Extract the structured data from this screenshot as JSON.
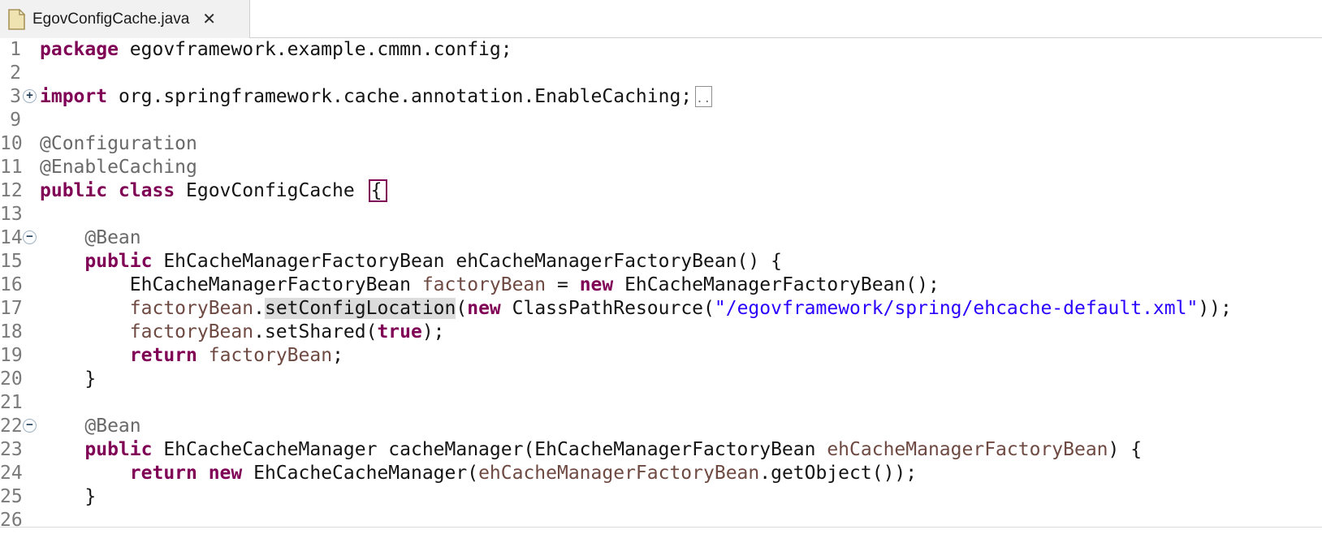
{
  "tab_bar": {
    "active_tab": {
      "title": "EgovConfigCache.java",
      "close_glyph": "✕"
    }
  },
  "icons": {
    "file_icon": "java-source-file-icon",
    "fold_collapsed_glyph": "+",
    "fold_expanded_glyph": "−",
    "collapsed_region_glyph": ".."
  },
  "colors": {
    "keyword": "#7f0055",
    "annotation": "#696969",
    "string": "#2a00ff",
    "variable": "#6e4a42",
    "default_text": "#141414",
    "line_number": "#7a7a7a",
    "occurrence_highlight_bg": "#dcdcdc",
    "matching_brace_box": "#7f0055",
    "active_tab_bg": "#f1f1f1"
  },
  "code": {
    "language": "java",
    "lines": [
      {
        "n": "1",
        "seg": [
          [
            "k",
            "package"
          ],
          [
            "d",
            " egovframework.example.cmmn.config;"
          ]
        ]
      },
      {
        "n": "2",
        "seg": []
      },
      {
        "n": "3",
        "fold": "collapsed",
        "seg": [
          [
            "k",
            "import"
          ],
          [
            "d",
            " org.springframework.cache.annotation.EnableCaching;"
          ],
          [
            "f",
            ".."
          ]
        ]
      },
      {
        "n": "9",
        "seg": []
      },
      {
        "n": "10",
        "seg": [
          [
            "a",
            "@Configuration"
          ]
        ]
      },
      {
        "n": "11",
        "seg": [
          [
            "a",
            "@EnableCaching"
          ]
        ]
      },
      {
        "n": "12",
        "seg": [
          [
            "k",
            "public class"
          ],
          [
            "d",
            " EgovConfigCache "
          ],
          [
            "b",
            "{"
          ]
        ]
      },
      {
        "n": "13",
        "seg": []
      },
      {
        "n": "14",
        "fold": "expanded",
        "seg": [
          [
            "d",
            "    "
          ],
          [
            "a",
            "@Bean"
          ]
        ]
      },
      {
        "n": "15",
        "seg": [
          [
            "d",
            "    "
          ],
          [
            "k",
            "public"
          ],
          [
            "d",
            " EhCacheManagerFactoryBean ehCacheManagerFactoryBean() {"
          ]
        ]
      },
      {
        "n": "16",
        "seg": [
          [
            "d",
            "        EhCacheManagerFactoryBean "
          ],
          [
            "v",
            "factoryBean"
          ],
          [
            "d",
            " = "
          ],
          [
            "k",
            "new"
          ],
          [
            "d",
            " EhCacheManagerFactoryBean();"
          ]
        ]
      },
      {
        "n": "17",
        "seg": [
          [
            "d",
            "        "
          ],
          [
            "v",
            "factoryBean"
          ],
          [
            "d",
            "."
          ],
          [
            "h",
            "setConfigLocation"
          ],
          [
            "d",
            "("
          ],
          [
            "k",
            "new"
          ],
          [
            "d",
            " ClassPathResource("
          ],
          [
            "s",
            "\"/egovframework/spring/ehcache-default.xml\""
          ],
          [
            "d",
            "));"
          ]
        ]
      },
      {
        "n": "18",
        "seg": [
          [
            "d",
            "        "
          ],
          [
            "v",
            "factoryBean"
          ],
          [
            "d",
            ".setShared("
          ],
          [
            "k",
            "true"
          ],
          [
            "d",
            ");"
          ]
        ]
      },
      {
        "n": "19",
        "seg": [
          [
            "d",
            "        "
          ],
          [
            "k",
            "return"
          ],
          [
            "d",
            " "
          ],
          [
            "v",
            "factoryBean"
          ],
          [
            "d",
            ";"
          ]
        ]
      },
      {
        "n": "20",
        "seg": [
          [
            "d",
            "    }"
          ]
        ]
      },
      {
        "n": "21",
        "seg": []
      },
      {
        "n": "22",
        "fold": "expanded",
        "seg": [
          [
            "d",
            "    "
          ],
          [
            "a",
            "@Bean"
          ]
        ]
      },
      {
        "n": "23",
        "seg": [
          [
            "d",
            "    "
          ],
          [
            "k",
            "public"
          ],
          [
            "d",
            " EhCacheCacheManager cacheManager(EhCacheManagerFactoryBean "
          ],
          [
            "v",
            "ehCacheManagerFactoryBean"
          ],
          [
            "d",
            ") {"
          ]
        ]
      },
      {
        "n": "24",
        "seg": [
          [
            "d",
            "        "
          ],
          [
            "k",
            "return new"
          ],
          [
            "d",
            " EhCacheCacheManager("
          ],
          [
            "v",
            "ehCacheManagerFactoryBean"
          ],
          [
            "d",
            ".getObject());"
          ]
        ]
      },
      {
        "n": "25",
        "seg": [
          [
            "d",
            "    }"
          ]
        ]
      },
      {
        "n": "26",
        "seg": []
      }
    ]
  }
}
